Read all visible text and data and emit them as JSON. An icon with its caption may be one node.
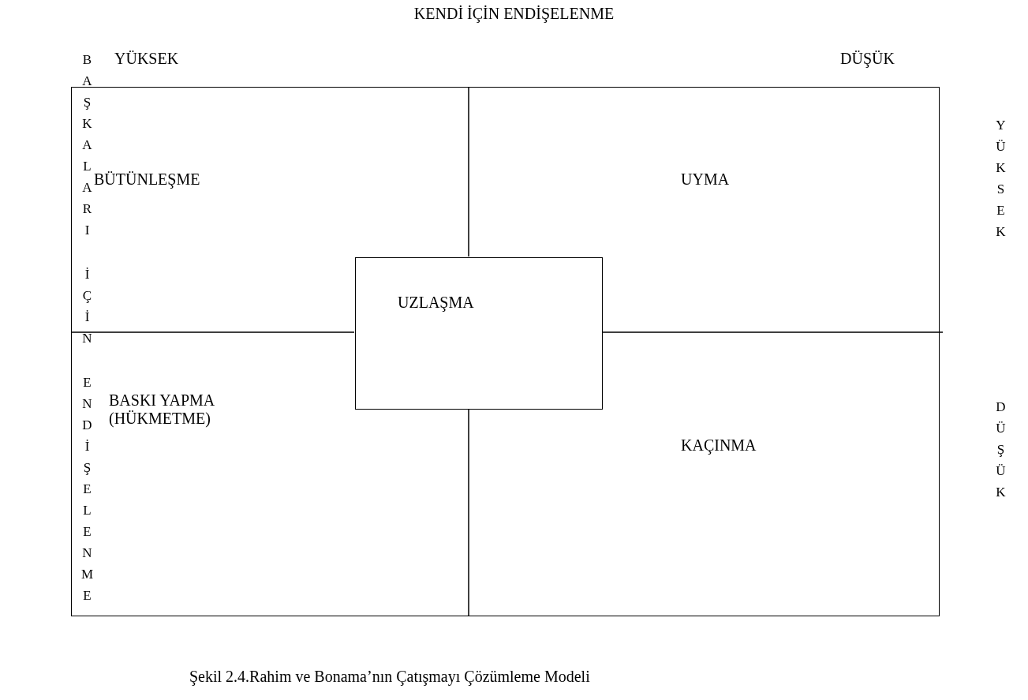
{
  "diagram": {
    "title": "KENDİ İÇİN ENDİŞELENME",
    "caption": "Şekil 2.4.Rahim ve Bonama’nın Çatışmayı Çözümleme Modeli",
    "nodes": [
      {
        "text": [
          "BÜTÜNLEŞME",
          "UYMA",
          "BASKI YAPMA (HÜKMETME)",
          "KAÇINMA"
        ]
      },
      {
        "text": [
          "UZLAŞMA"
        ],
        "in": 0
      }
    ],
    "edges": [],
    "labels": [
      "YÜKSEK",
      "DÜŞÜK",
      "BAŞKALARI İÇİN ENDİŞELENME",
      "YÜKSEK",
      "DÜŞÜK"
    ]
  }
}
